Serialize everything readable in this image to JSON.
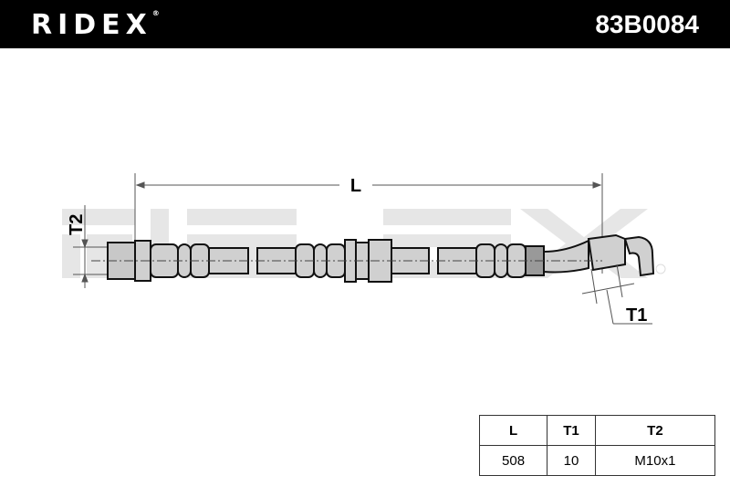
{
  "header": {
    "brand": "RIDEX",
    "part_number": "83B0084"
  },
  "drawing": {
    "dim_length_label": "L",
    "dim_t1_label": "T1",
    "dim_t2_label": "T2",
    "watermark": "RIDEX"
  },
  "spec_table": {
    "headers": [
      "L",
      "T1",
      "T2"
    ],
    "values": [
      "508",
      "10",
      "M10x1"
    ]
  }
}
